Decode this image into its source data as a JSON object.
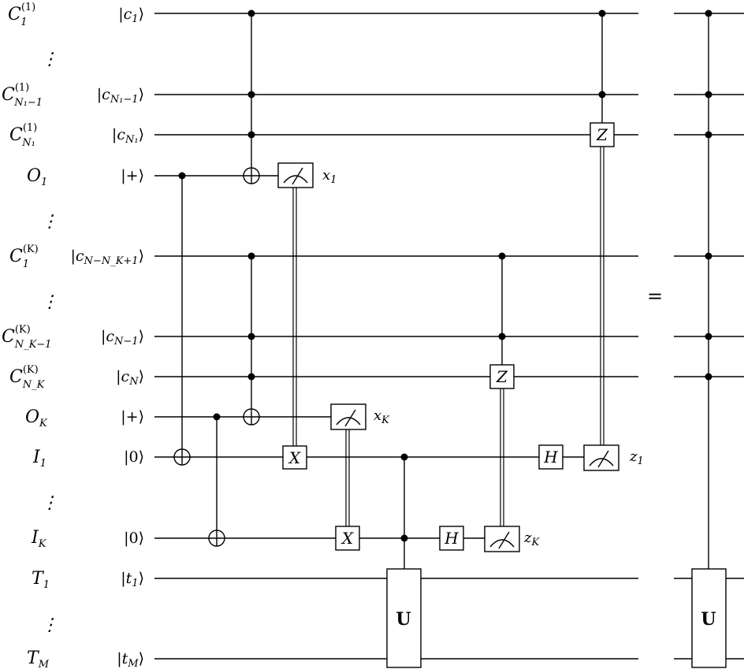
{
  "left_labels": [
    {
      "id": "c1",
      "main": "C",
      "sup": "(1)",
      "sub": "1"
    },
    {
      "id": "cN1m1",
      "main": "C",
      "sup": "(1)",
      "sub": "N₁−1"
    },
    {
      "id": "cN1",
      "main": "C",
      "sup": "(1)",
      "sub": "N₁"
    },
    {
      "id": "o1",
      "main": "O",
      "sup": "",
      "sub": "1"
    },
    {
      "id": "cK1",
      "main": "C",
      "sup": "(K)",
      "sub": "1"
    },
    {
      "id": "cKm1",
      "main": "C",
      "sup": "(K)",
      "sub": "N_K−1"
    },
    {
      "id": "cK",
      "main": "C",
      "sup": "(K)",
      "sub": "N_K"
    },
    {
      "id": "oK",
      "main": "O",
      "sup": "",
      "sub": "K"
    },
    {
      "id": "i1",
      "main": "I",
      "sup": "",
      "sub": "1"
    },
    {
      "id": "iK",
      "main": "I",
      "sup": "",
      "sub": "K"
    },
    {
      "id": "t1",
      "main": "T",
      "sup": "",
      "sub": "1"
    },
    {
      "id": "tM",
      "main": "T",
      "sup": "",
      "sub": "M"
    }
  ],
  "kets": [
    {
      "id": "c1",
      "body": "c",
      "sub": "1"
    },
    {
      "id": "cN1m1",
      "body": "c",
      "sub": "N₁−1"
    },
    {
      "id": "cN1",
      "body": "c",
      "sub": "N₁"
    },
    {
      "id": "o1",
      "body": "+",
      "sub": ""
    },
    {
      "id": "cK1",
      "body": "c",
      "sub": "N−N_K+1"
    },
    {
      "id": "cKm1",
      "body": "c",
      "sub": "N−1"
    },
    {
      "id": "cK",
      "body": "c",
      "sub": "N"
    },
    {
      "id": "oK",
      "body": "+",
      "sub": ""
    },
    {
      "id": "i1",
      "body": "0",
      "sub": ""
    },
    {
      "id": "iK",
      "body": "0",
      "sub": ""
    },
    {
      "id": "t1",
      "body": "t",
      "sub": "1"
    },
    {
      "id": "tM",
      "body": "t",
      "sub": "M"
    }
  ],
  "gates": {
    "x_gate": "X",
    "z_gate": "Z",
    "h_gate": "H",
    "u_gate": "U"
  },
  "measurement_labels": {
    "x1": {
      "main": "x",
      "sub": "1"
    },
    "xK": {
      "main": "x",
      "sub": "K"
    },
    "z1": {
      "main": "z",
      "sub": "1"
    },
    "zK": {
      "main": "z",
      "sub": "K"
    }
  },
  "equals_sign": "=",
  "vdots": "⋮"
}
